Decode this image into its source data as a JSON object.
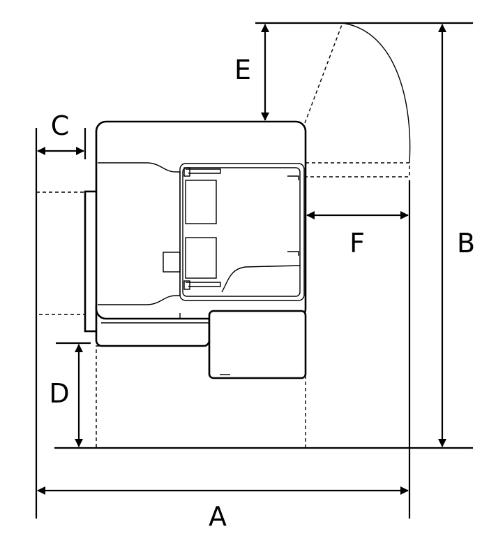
{
  "labels": {
    "a": "A",
    "b": "B",
    "c": "C",
    "d": "D",
    "e": "E",
    "f": "F"
  },
  "colors": {
    "line": "#000000",
    "background": "#ffffff"
  }
}
